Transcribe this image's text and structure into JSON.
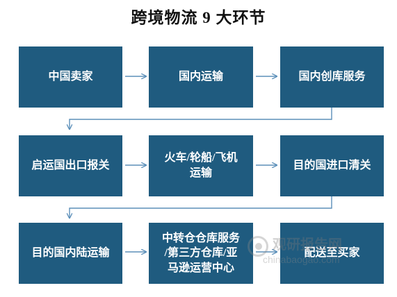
{
  "title": "跨境物流 9 大环节",
  "steps": [
    {
      "label": "中国卖家"
    },
    {
      "label": "国内运输"
    },
    {
      "label": "国内创库服务"
    },
    {
      "label": "启运国出口报关"
    },
    {
      "label": "火车/轮船/飞机\n运输"
    },
    {
      "label": "目的国进口清关"
    },
    {
      "label": "目的国内陆运输"
    },
    {
      "label": "中转仓仓库服务\n/第三方仓库/亚\n马逊运营中心"
    },
    {
      "label": "配送至买家"
    }
  ],
  "watermark": {
    "text_cn": "观研报告网",
    "text_en": "chinabaogao.com"
  },
  "colors": {
    "box": "#1f5b7f",
    "arrow": "#5b8fb9"
  }
}
